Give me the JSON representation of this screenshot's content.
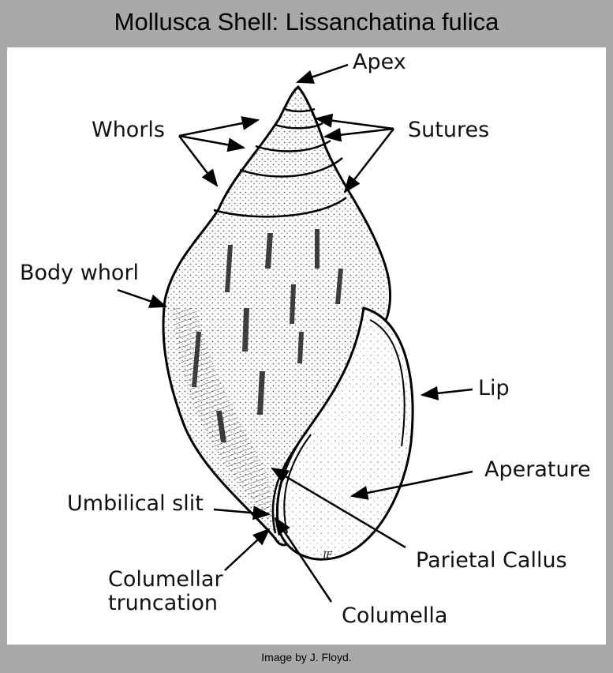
{
  "title": "Mollusca Shell: Lissanchatina fulica",
  "credit": "Image by J. Floyd.",
  "signature": "JF",
  "labels": {
    "apex": "Apex",
    "whorls": "Whorls",
    "sutures": "Sutures",
    "body_whorl": "Body whorl",
    "lip": "Lip",
    "aperature": "Aperature",
    "umbilical_slit": "Umbilical slit",
    "parietal_callus": "Parietal Callus",
    "columellar_line1": "Columellar",
    "columellar_line2": "truncation",
    "columella": "Columella"
  }
}
